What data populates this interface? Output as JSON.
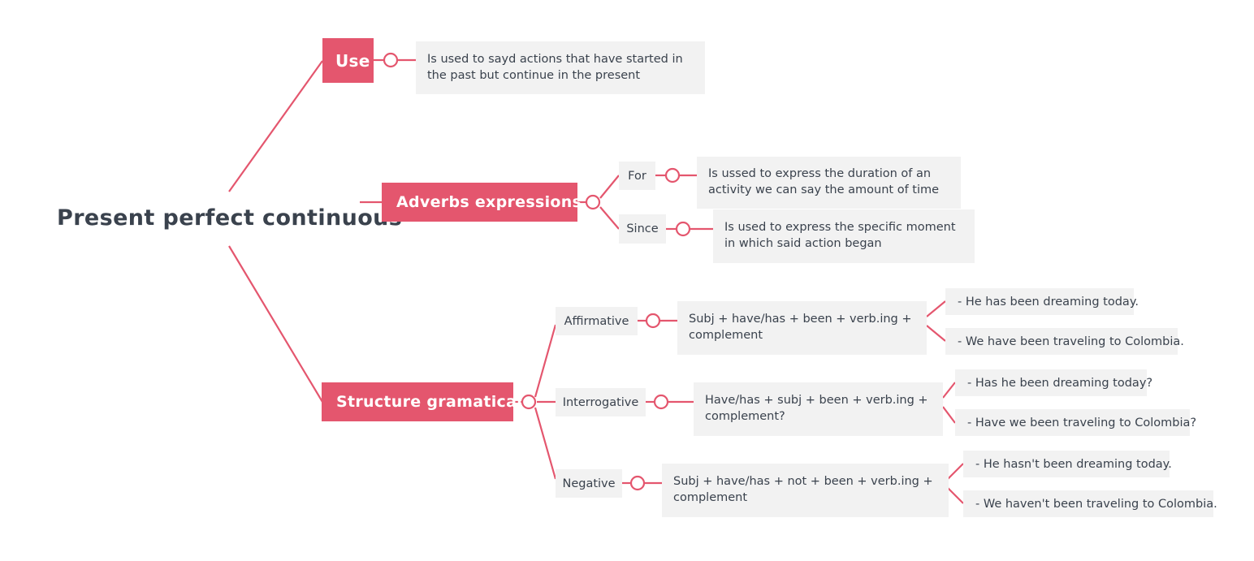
{
  "diagram": {
    "title": "Present perfect continuous",
    "type": "mind-map",
    "colors": {
      "accent": "#e4566e",
      "text_dark": "#3a424d",
      "chip_bg": "#f2f2f2",
      "page_bg": "#ffffff"
    }
  },
  "branches": {
    "use": {
      "label": "Use",
      "description": "Is used to sayd actions that have started in the past but continue in the present"
    },
    "adverbs": {
      "label": "Adverbs expressions",
      "items": [
        {
          "label": "For",
          "description": "Is ussed to express the duration of an activity we can say the amount of time"
        },
        {
          "label": "Since",
          "description": "Is used to express the specific moment in which said action began"
        }
      ]
    },
    "structure": {
      "label": "Structure gramatical",
      "forms": [
        {
          "label": "Affirmative",
          "formula": "Subj + have/has + been + verb.ing + complement",
          "examples": [
            "- He has been dreaming today.",
            "- We have been traveling to Colombia."
          ]
        },
        {
          "label": "Interrogative",
          "formula": "Have/has + subj + been + verb.ing + complement?",
          "examples": [
            "- Has he been dreaming today?",
            "- Have we been traveling to Colombia?"
          ]
        },
        {
          "label": "Negative",
          "formula": "Subj + have/has + not + been + verb.ing + complement",
          "examples": [
            "- He hasn't been dreaming today.",
            "- We haven't been traveling to Colombia."
          ]
        }
      ]
    }
  }
}
